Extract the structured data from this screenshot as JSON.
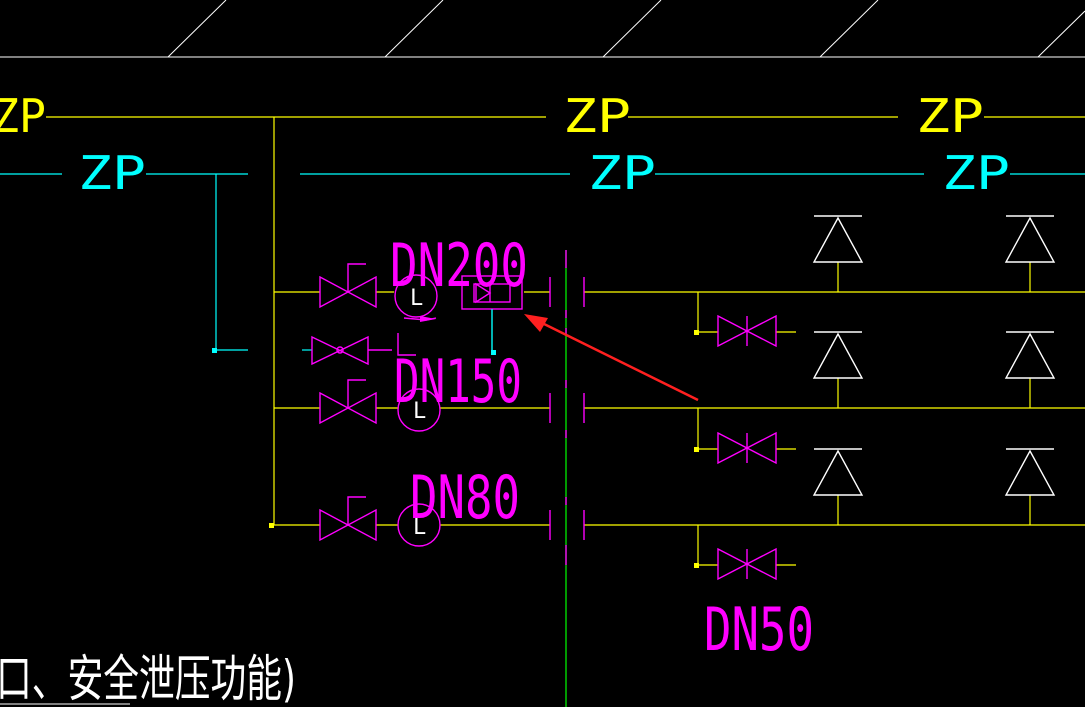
{
  "colors": {
    "background": "#000000",
    "yellow": "#ffff00",
    "cyan": "#00ffff",
    "magenta": "#ff00ff",
    "white": "#ffffff",
    "green": "#00ff00",
    "arrow": "#ff2020"
  },
  "labels": {
    "zp_yellow_left": "ZP",
    "zp_yellow_mid": "ZP",
    "zp_yellow_right": "ZP",
    "zp_cyan_left": "ZP",
    "zp_cyan_mid": "ZP",
    "zp_cyan_right": "ZP",
    "dn200": "DN200",
    "dn150": "DN150",
    "dn80": "DN80",
    "dn50": "DN50",
    "gauge_letter": "L",
    "note_cn": "口、安全泄压功能)"
  },
  "annotation": {
    "type": "red-arrow",
    "points_to": "pressure-relief-valve"
  }
}
